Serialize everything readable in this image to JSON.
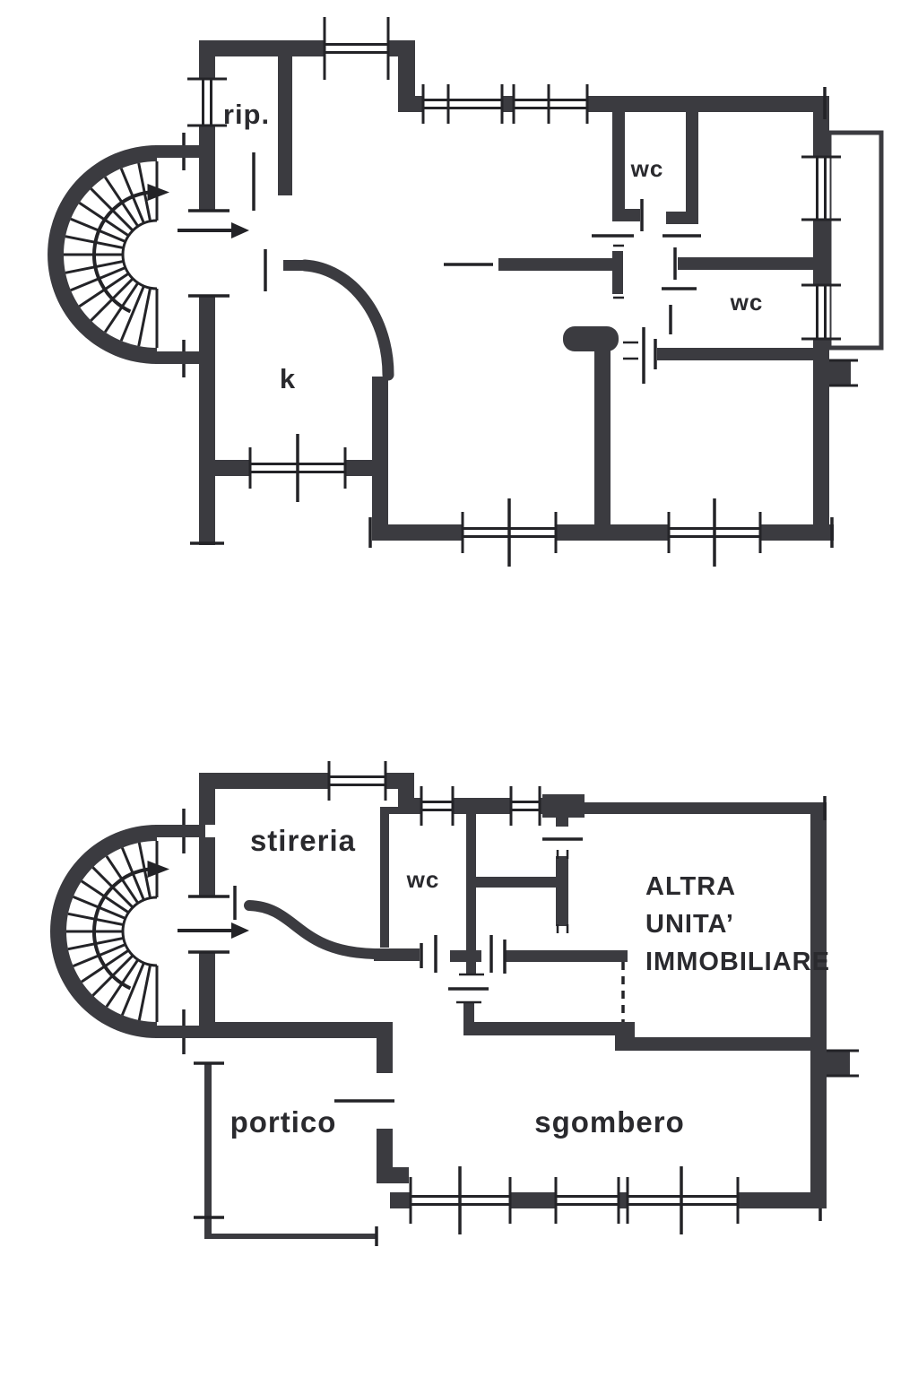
{
  "document": {
    "type": "architectural floor plan drawing",
    "background": "#ffffff"
  },
  "colors": {
    "wall": "#3b3b40",
    "thin_line": "#232327",
    "label_text": "#2a2a2e"
  },
  "plans": [
    {
      "id": "upper-plan",
      "rooms": [
        {
          "label": "rip."
        },
        {
          "label": "wc"
        },
        {
          "label": "wc"
        },
        {
          "label": "k"
        }
      ]
    },
    {
      "id": "lower-plan",
      "rooms": [
        {
          "label": "stireria"
        },
        {
          "label": "wc"
        },
        {
          "label": "ALTRA UNITA’ IMMOBILIARE",
          "lines": [
            "ALTRA",
            "UNITA’",
            "IMMOBILIARE"
          ]
        },
        {
          "label": "portico"
        },
        {
          "label": "sgombero"
        }
      ]
    }
  ]
}
